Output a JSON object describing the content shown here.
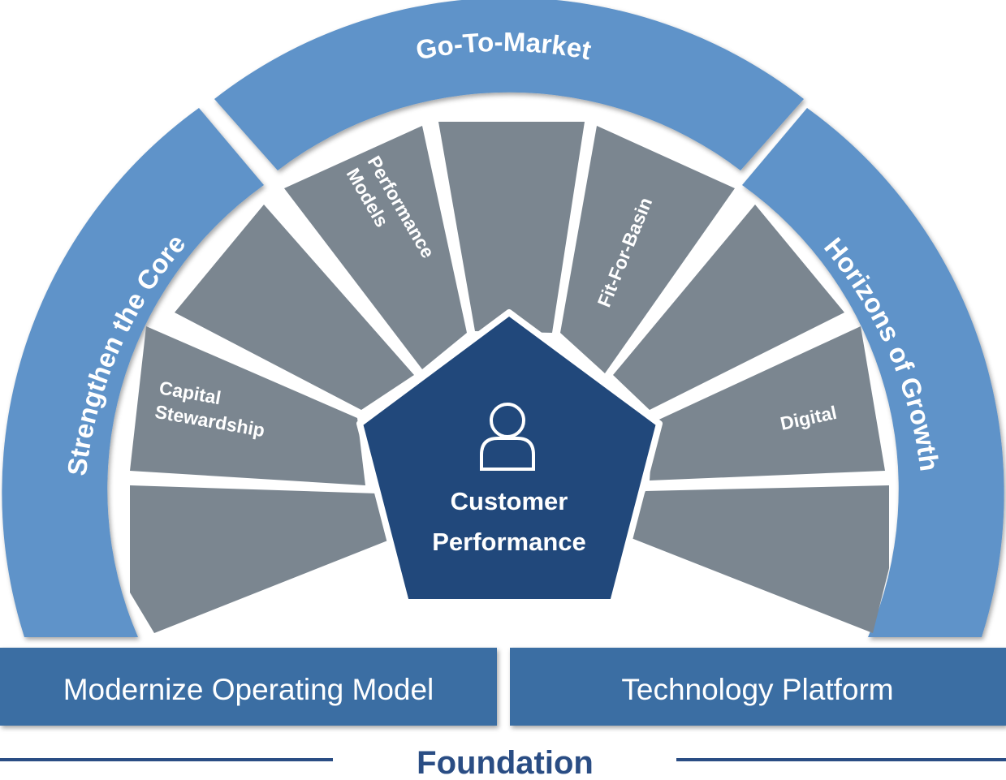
{
  "arcs": {
    "left": "Strengthen the Core",
    "top": "Go-To-Market",
    "right": "Horizons of Growth"
  },
  "segments": {
    "capital_line1": "Capital",
    "capital_line2": "Stewardship",
    "performance_line1": "Performance",
    "performance_line2": "Models",
    "fit_for_basin": "Fit-For-Basin",
    "digital": "Digital"
  },
  "center": {
    "icon": "user-icon",
    "line1": "Customer",
    "line2": "Performance"
  },
  "base": {
    "left": "Modernize Operating Model",
    "right": "Technology Platform"
  },
  "foundation": "Foundation",
  "colors": {
    "arc_blue": "#5f93c9",
    "segment_gray": "#7b8690",
    "center_navy": "#21487b",
    "base_blue": "#3a6ea3",
    "foundation_text": "#2a4d84"
  }
}
